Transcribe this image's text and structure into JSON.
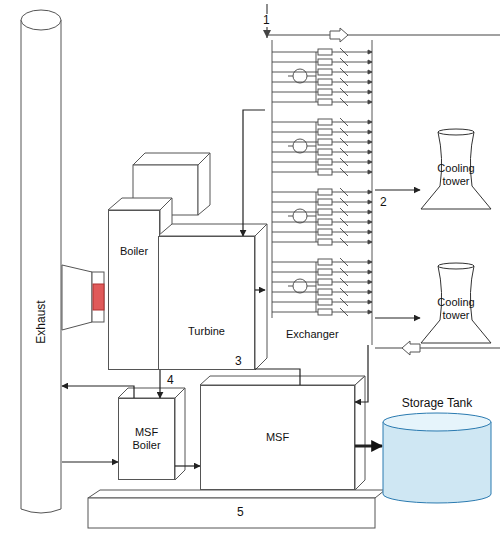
{
  "diagram": {
    "nodes": [
      {
        "text": [
          "Exhaust"
        ]
      },
      {
        "text": [
          "Boiler"
        ]
      },
      {
        "text": [
          "Turbine"
        ]
      },
      {
        "text": [
          "Exchanger"
        ]
      },
      {
        "text": [
          "Cooling tower"
        ]
      },
      {
        "text": [
          "Cooling tower"
        ]
      },
      {
        "text": [
          "Storage Tank"
        ]
      },
      {
        "text": [
          "MSF Boiler"
        ]
      },
      {
        "text": [
          "MSF"
        ]
      }
    ],
    "edges": [
      {
        "from": 2,
        "to": 3,
        "arrow": "to"
      },
      {
        "from": 3,
        "to": 2,
        "arrow": "to"
      },
      {
        "from": 3,
        "to": 4,
        "arrow": "to"
      },
      {
        "from": 3,
        "to": 5,
        "arrow": "to"
      },
      {
        "from": 3,
        "to": 8,
        "arrow": "to"
      },
      {
        "from": 8,
        "to": 7,
        "arrow": "to"
      },
      {
        "from": 7,
        "to": 8,
        "arrow": "to"
      },
      {
        "from": 7,
        "to": 0,
        "arrow": "to"
      },
      {
        "from": 0,
        "to": 7,
        "arrow": "to"
      },
      {
        "from": 8,
        "to": 6,
        "arrow": "to"
      }
    ],
    "labels": [
      "1",
      "2",
      "3",
      "4",
      "5"
    ]
  }
}
